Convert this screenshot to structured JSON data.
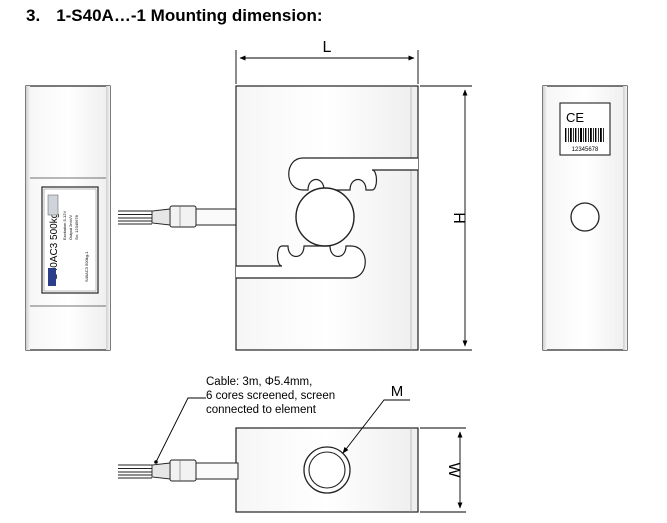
{
  "heading": {
    "number": "3.",
    "title": "1-S40A…-1 Mounting dimension:"
  },
  "dimensions": {
    "length": "L",
    "height": "H",
    "width": "W",
    "mount_thread": "M"
  },
  "label_side": {
    "model": "S40AC3 500kg",
    "lines": [
      "Excitation 5-12V",
      "Output 2mV/V",
      "Sn: 12345678",
      "S40AC3 500kg-1"
    ]
  },
  "label_front": {
    "mark": "CE",
    "serial": "12345678"
  },
  "cable_note": {
    "lines": [
      "Cable: 3m, Φ5.4mm,",
      "6 cores screened, screen",
      "connected to element"
    ]
  }
}
